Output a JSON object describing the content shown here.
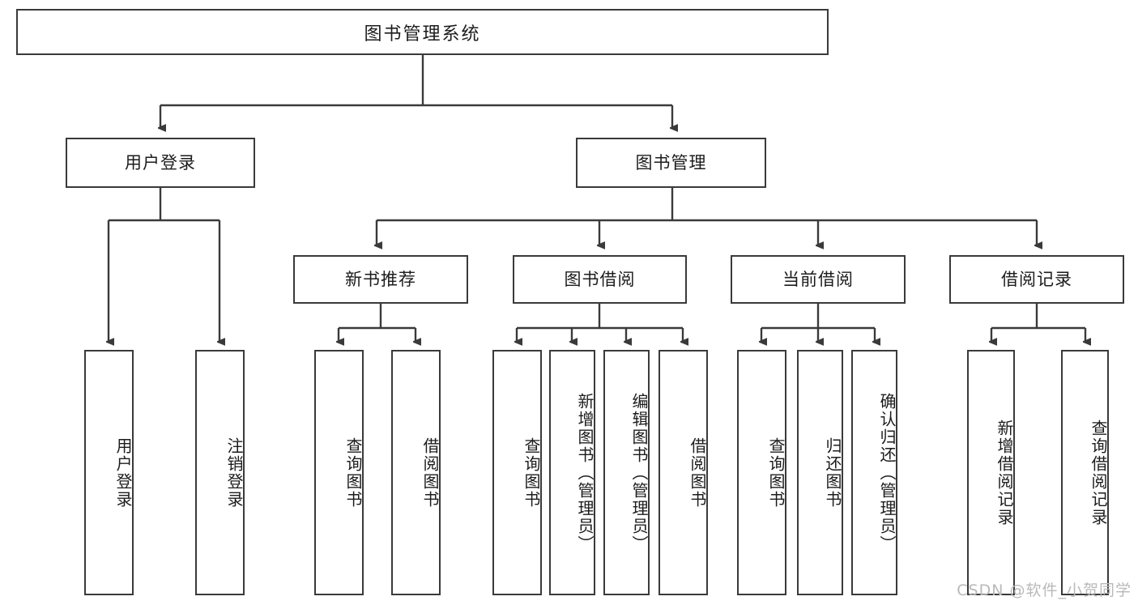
{
  "diagram": {
    "title": "图书管理系统",
    "type": "tree-hierarchy",
    "root": {
      "id": "root",
      "label": "图书管理系统"
    },
    "level1": [
      {
        "id": "user-login",
        "label": "用户登录"
      },
      {
        "id": "book-manage",
        "label": "图书管理"
      }
    ],
    "level2": [
      {
        "id": "new-book-rec",
        "label": "新书推荐",
        "parent": "book-manage"
      },
      {
        "id": "book-borrow",
        "label": "图书借阅",
        "parent": "book-manage"
      },
      {
        "id": "current-borrow",
        "label": "当前借阅",
        "parent": "book-manage"
      },
      {
        "id": "borrow-record",
        "label": "借阅记录",
        "parent": "book-manage"
      }
    ],
    "leaves": [
      {
        "id": "leaf-user-login",
        "label": "用户登录",
        "parent": "user-login"
      },
      {
        "id": "leaf-logout",
        "label": "注销登录",
        "parent": "user-login"
      },
      {
        "id": "leaf-query-book-1",
        "label": "查询图书",
        "parent": "new-book-rec"
      },
      {
        "id": "leaf-borrow-book-1",
        "label": "借阅图书",
        "parent": "new-book-rec"
      },
      {
        "id": "leaf-query-book-2",
        "label": "查询图书",
        "parent": "book-borrow"
      },
      {
        "id": "leaf-add-book",
        "label": "新增图书（管理员）",
        "parent": "book-borrow"
      },
      {
        "id": "leaf-edit-book",
        "label": "编辑图书（管理员）",
        "parent": "book-borrow"
      },
      {
        "id": "leaf-borrow-book-2",
        "label": "借阅图书",
        "parent": "book-borrow"
      },
      {
        "id": "leaf-query-book-3",
        "label": "查询图书",
        "parent": "current-borrow"
      },
      {
        "id": "leaf-return-book",
        "label": "归还图书",
        "parent": "current-borrow"
      },
      {
        "id": "leaf-confirm-return",
        "label": "确认归还（管理员）",
        "parent": "current-borrow"
      },
      {
        "id": "leaf-add-record",
        "label": "新增借阅记录",
        "parent": "borrow-record"
      },
      {
        "id": "leaf-query-record",
        "label": "查询借阅记录",
        "parent": "borrow-record"
      }
    ],
    "colors": {
      "stroke": "#3a3a3a",
      "fill": "#ffffff",
      "text": "#1c1c1c",
      "watermark": "#b9b9b9"
    }
  },
  "watermark": {
    "text": "CSDN @软件_小贺同学"
  }
}
